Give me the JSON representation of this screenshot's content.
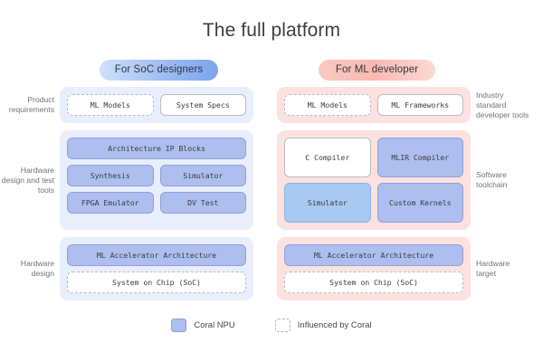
{
  "page": {
    "title": "The full platform"
  },
  "columns": {
    "left_badge": "For SoC designers",
    "right_badge": "For ML developer"
  },
  "rows": [
    {
      "left_label": "Product requirements",
      "right_label": "Industry standard developer tools",
      "left_blocks": [
        [
          {
            "label": "ML Models",
            "style": "dashed"
          },
          {
            "label": "System Specs",
            "style": "solid"
          }
        ]
      ],
      "right_blocks": [
        [
          {
            "label": "ML Models",
            "style": "dashed"
          },
          {
            "label": "ML Frameworks",
            "style": "solid"
          }
        ]
      ]
    },
    {
      "left_label": "Hardware design and test tools",
      "right_label": "Software toolchain",
      "left_blocks": [
        [
          {
            "label": "Architecture IP Blocks",
            "style": "npu"
          }
        ],
        [
          {
            "label": "Synthesis",
            "style": "npu"
          },
          {
            "label": "Simulator",
            "style": "npu"
          }
        ],
        [
          {
            "label": "FPGA Emulator",
            "style": "npu"
          },
          {
            "label": "DV Test",
            "style": "npu"
          }
        ]
      ],
      "right_blocks": [
        [
          {
            "label": "C Compiler",
            "style": "solid"
          },
          {
            "label": "MLIR Compiler",
            "style": "npu"
          }
        ],
        [
          {
            "label": "Simulator",
            "style": "npu-alt"
          },
          {
            "label": "Custom Kernels",
            "style": "npu"
          }
        ]
      ]
    },
    {
      "left_label": "Hardware design",
      "right_label": "Hardware target",
      "left_blocks": [
        [
          {
            "label": "ML Accelerator Architecture",
            "style": "npu"
          }
        ],
        [
          {
            "label": "System on Chip (SoC)",
            "style": "dashed"
          }
        ]
      ],
      "right_blocks": [
        [
          {
            "label": "ML Accelerator Architecture",
            "style": "npu"
          }
        ],
        [
          {
            "label": "System on Chip (SoC)",
            "style": "dashed"
          }
        ]
      ]
    }
  ],
  "legend": [
    {
      "label": "Coral NPU",
      "style": "npu"
    },
    {
      "label": "Influenced by Coral",
      "style": "dashed"
    }
  ],
  "colors": {
    "coral_npu_fill": "#aebeee",
    "coral_npu_border": "#8ea1dd",
    "simulator_fill": "#a8c9f0",
    "panel_blue": "#e8eefb",
    "panel_pink": "#fbe2de",
    "badge_blue_start": "#cfe0fb",
    "badge_blue_end": "#7ba4ee",
    "badge_pink_start": "#fbc9c2",
    "badge_pink_end": "#fcd9d4",
    "text": "#3c4043",
    "label_text": "#6f7479"
  }
}
